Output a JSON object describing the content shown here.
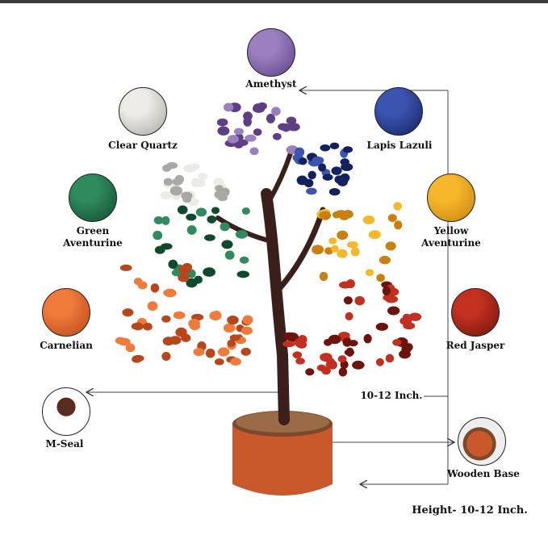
{
  "stones": [
    {
      "id": "amethyst",
      "label": "Amethyst",
      "color": "#9b7fbf",
      "dark": "#5e3f86"
    },
    {
      "id": "clear-quartz",
      "label": "Clear Quartz",
      "color": "#ecebe6",
      "dark": "#a9a8a2"
    },
    {
      "id": "lapis-lazuli",
      "label": "Lapis Lazuli",
      "color": "#3b54b0",
      "dark": "#13215e"
    },
    {
      "id": "green-aventurine",
      "label_line1": "Green",
      "label_line2": "Aventurine",
      "color": "#2f8a5e",
      "dark": "#0f4a2c"
    },
    {
      "id": "yellow-aventurine",
      "label_line1": "Yellow",
      "label_line2": "Aventurine",
      "color": "#f5b82a",
      "dark": "#c9800c"
    },
    {
      "id": "carnelian",
      "label": "Carnelian",
      "color": "#f07a3a",
      "dark": "#b7461a"
    },
    {
      "id": "red-jasper",
      "label": "Red Jasper",
      "color": "#c3301f",
      "dark": "#6e130c"
    }
  ],
  "parts": {
    "m_seal": "M-Seal",
    "wooden_base": "Wooden Base"
  },
  "dimensions": {
    "tree_height": "10-12 Inch.",
    "height_note": "Height- 10-12 Inch."
  }
}
